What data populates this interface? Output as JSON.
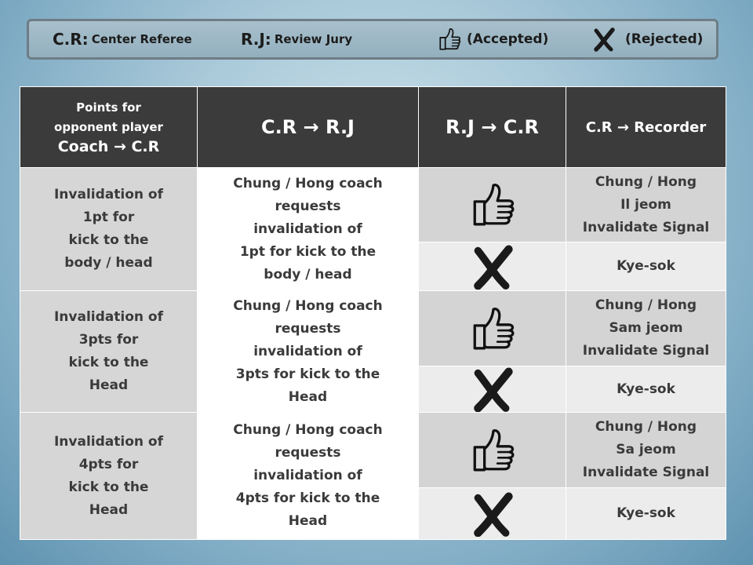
{
  "legend": {
    "cr_abbr": "C.R:",
    "cr_desc": "Center Referee",
    "rj_abbr": "R.J:",
    "rj_desc": "Review Jury",
    "accepted_label": "(Accepted)",
    "rejected_label": "(Rejected)",
    "accepted_icon": "thumbs-up-icon",
    "rejected_icon": "x-mark-icon"
  },
  "table": {
    "headers": {
      "col1_line1": "Points for",
      "col1_line2": "opponent player",
      "col1_line3": "Coach → C.R",
      "col2": "C.R → R.J",
      "col3": "R.J → C.R",
      "col4": "C.R → Recorder"
    },
    "groups": [
      {
        "points": [
          "Invalidation of",
          "1pt for",
          "kick to the",
          "body / head"
        ],
        "request": [
          "Chung / Hong coach",
          "requests",
          "invalidation of",
          "1pt for kick to the",
          "body / head"
        ],
        "accepted_result": [
          "Chung / Hong",
          "Il jeom",
          "Invalidate Signal"
        ],
        "rejected_result": "Kye-sok"
      },
      {
        "points": [
          "Invalidation of",
          "3pts for",
          "kick to the",
          "Head"
        ],
        "request": [
          "Chung / Hong coach",
          "requests",
          "invalidation of",
          "3pts for kick to the",
          "Head"
        ],
        "accepted_result": [
          "Chung / Hong",
          "Sam jeom",
          "Invalidate Signal"
        ],
        "rejected_result": "Kye-sok"
      },
      {
        "points": [
          "Invalidation of",
          "4pts for",
          "kick to the",
          "Head"
        ],
        "request": [
          "Chung / Hong coach",
          "requests",
          "invalidation of",
          "4pts for kick to the",
          "Head"
        ],
        "accepted_result": [
          "Chung / Hong",
          "Sa jeom",
          "Invalidate Signal"
        ],
        "rejected_result": "Kye-sok"
      }
    ]
  }
}
